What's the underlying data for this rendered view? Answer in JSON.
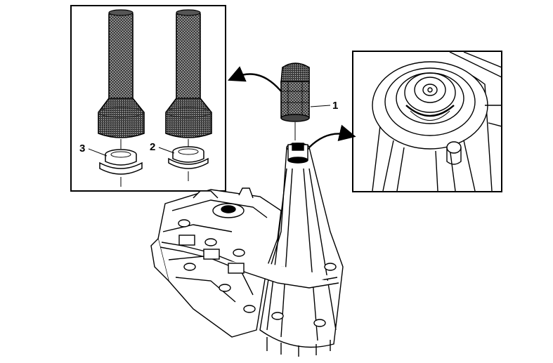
{
  "callouts": {
    "item1": "1",
    "item2": "2",
    "item3": "3"
  },
  "colors": {
    "line": "#000000",
    "background": "#ffffff",
    "stipple_dark": "#303030",
    "stipple_light": "#8a8a8a"
  }
}
